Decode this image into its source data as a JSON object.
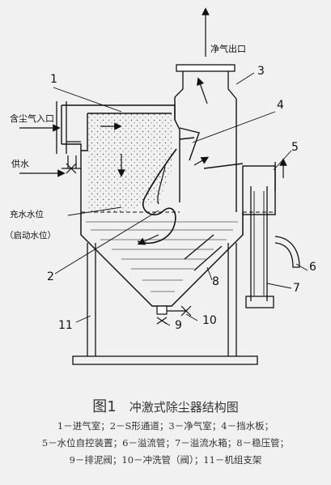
{
  "annotations": {
    "clean_gas_outlet": "净气出口",
    "dusty_gas_inlet": "含尘气入口",
    "water_supply": "供水",
    "fill_level_line1": "充水水位",
    "fill_level_line2": "（启动水位）"
  },
  "part_numbers": [
    "1",
    "2",
    "3",
    "4",
    "5",
    "6",
    "7",
    "8",
    "9",
    "10",
    "11"
  ],
  "caption": {
    "figure_no": "图1",
    "title": "冲激式除尘器结构图"
  },
  "legend_lines": [
    "1－进气室；2－S形通道；3－净气室；4－挡水板；",
    "5－水位自控装置；6－溢流管；7－溢流水箱；8－稳压管；",
    "9－排泥阀；10－冲洗管（阀）；11－机组支架"
  ]
}
